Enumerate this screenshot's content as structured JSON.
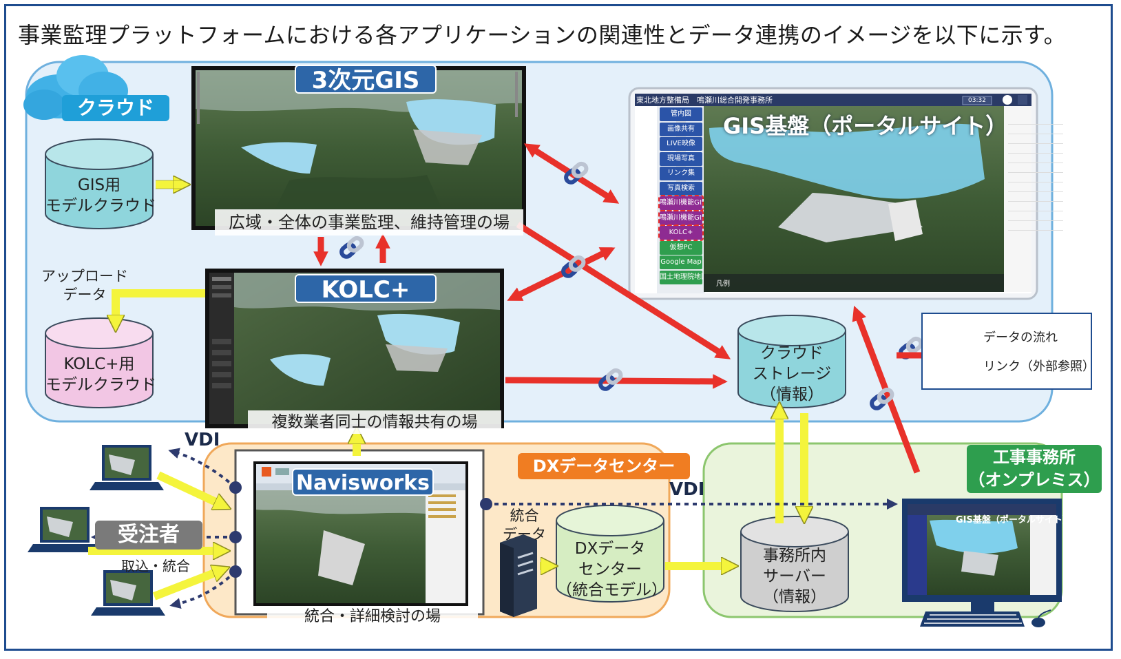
{
  "title": "事業監理プラットフォームにおける各アプリケーションの関連性とデータ連携のイメージを以下に示す。",
  "colors": {
    "data_flow": "#f4f43c",
    "link": "#e8312a",
    "cloud_zone": "#e4f0fa",
    "dx_zone": "#fde8c8",
    "office_zone": "#eaf4dc",
    "frame": "#1e4c8f"
  },
  "zones": {
    "cloud": "クラウド",
    "dx_center": "DXデータセンター",
    "office_line1": "工事事務所",
    "office_line2": "（オンプレミス）"
  },
  "apps": {
    "gis3d": {
      "label": "3次元GIS",
      "caption": "広域・全体の事業監理、維持管理の場"
    },
    "kolc": {
      "label": "KOLC+",
      "caption": "複数業者同士の情報共有の場"
    },
    "navisworks": {
      "label": "Navisworks",
      "caption": "統合・詳細検討の場"
    },
    "gis_portal": {
      "label": "GIS基盤（ポータルサイト）",
      "header": "東北地方整備局　鳴瀬川総合開発事務所",
      "clock": "03:32",
      "menu": [
        "管内図",
        "画像共有",
        "LIVE映像",
        "現場写真",
        "リンク集",
        "写真検索",
        "鳴瀬川機能GIS（Viewer）",
        "鳴瀬川機能GIS（Upload）",
        "KOLC+",
        "仮想PC",
        "Google Map",
        "国土地理院地図"
      ],
      "menu_highlight": [
        6,
        7,
        8
      ],
      "legend_text": "凡例"
    }
  },
  "storage": {
    "gis_model": [
      "GIS用",
      "モデルクラウド"
    ],
    "kolc_model": [
      "KOLC+用",
      "モデルクラウド"
    ],
    "cloud_storage": [
      "クラウド",
      "ストレージ",
      "（情報）"
    ],
    "dx_model": [
      "DXデータ",
      "センター",
      "（統合モデル）"
    ],
    "office_server": [
      "事務所内",
      "サーバー",
      "（情報）"
    ]
  },
  "labels": {
    "upload_data": [
      "アップロード",
      "データ"
    ],
    "integrated_data": [
      "統合",
      "データ"
    ],
    "import_integrate": "取込・統合",
    "contractor": "受注者",
    "vdi_left": "VDI",
    "vdi_center": "VDI",
    "office_monitor_title": "GIS基盤（ポータルサイト）"
  },
  "legend": {
    "data_flow": "データの流れ",
    "link": "リンク（外部参照）"
  },
  "icons": [
    "cloud-icon",
    "chain-link-icon",
    "laptop-icon",
    "server-tower-icon",
    "desktop-monitor-icon",
    "mouse-icon",
    "cylinder-storage-icon"
  ]
}
